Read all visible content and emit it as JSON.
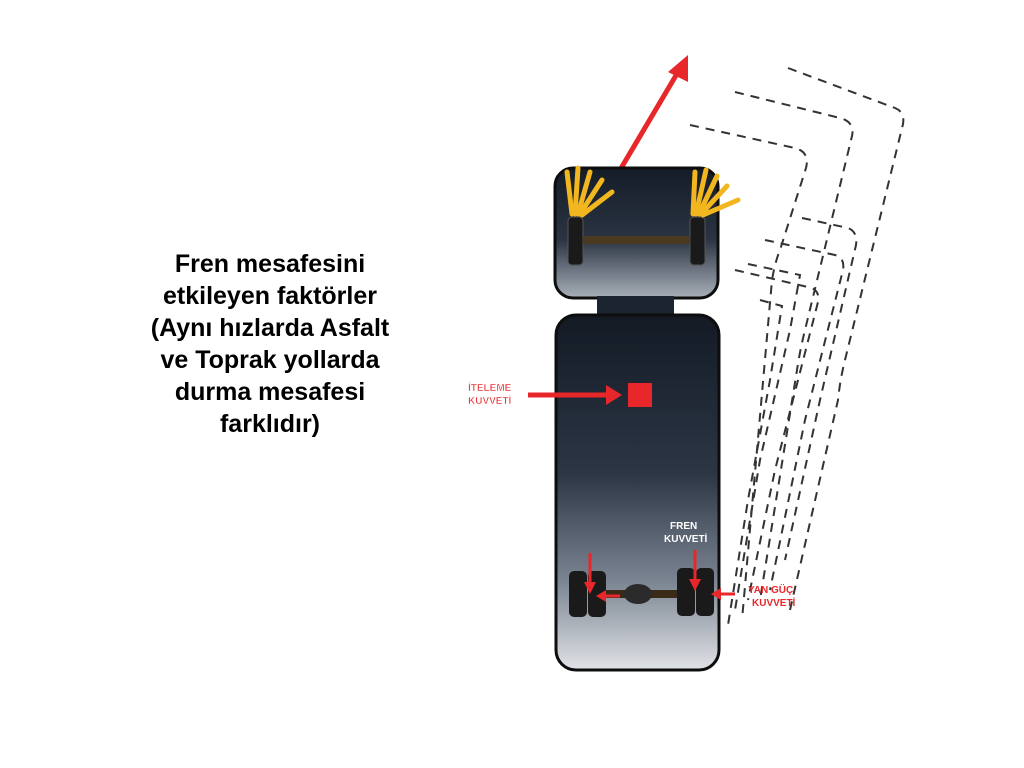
{
  "slide": {
    "text_lines": [
      "Fren mesafesini",
      "etkileyen faktörler",
      "(Aynı hızlarda Asfalt",
      "ve Toprak yollarda",
      "durma mesafesi",
      "farklıdır)"
    ]
  },
  "diagram": {
    "labels": {
      "iteleme_line1": "İTELEME",
      "iteleme_line2": "KUVVETİ",
      "fren_line1": "FREN",
      "fren_line2": "KUVVETİ",
      "yan_line1": "YAN GÜÇ",
      "yan_line2": "KUVVETİ"
    },
    "colors": {
      "force_red": "#e8272b",
      "label_red": "#e8272b",
      "label_outline": "#ffffff",
      "truck_top": "#1c2430",
      "truck_bottom": "#d6d8dc",
      "tire": "#1a1a1a",
      "sparks": "#f2b61f",
      "dashed_path": "#333333"
    }
  }
}
